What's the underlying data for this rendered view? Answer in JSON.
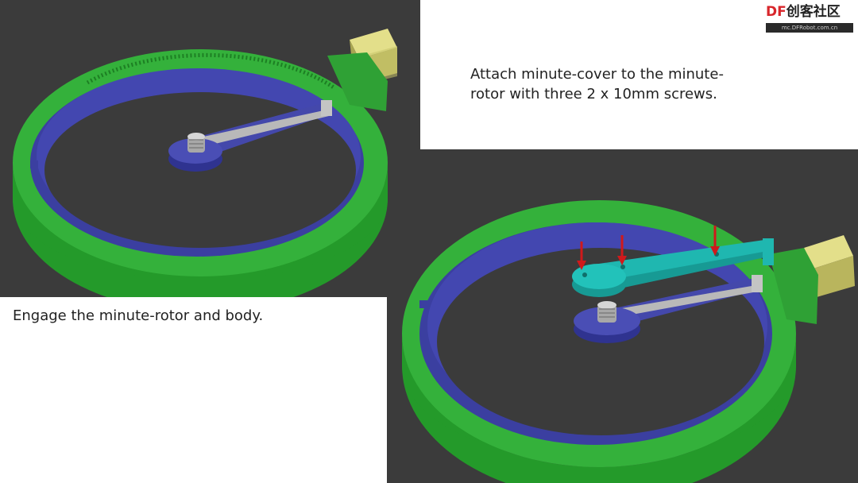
{
  "captions": {
    "top": "Attach minute-cover to the minute-rotor with three 2 x 10mm screws.",
    "bottom": "Engage the minute-rotor and body."
  },
  "logo": {
    "brand": "DF",
    "brand_cn": "创客社区",
    "url": "mc.DFRobot.com.cn"
  },
  "colors": {
    "background": "#3b3b3b",
    "ring": "#2fa135",
    "inner_ring": "#3b3fa0",
    "motor": "#c8c46a",
    "minute_cover": "#1fb7b0",
    "arrow": "#d0191b",
    "gear": "#b8b8b8"
  }
}
